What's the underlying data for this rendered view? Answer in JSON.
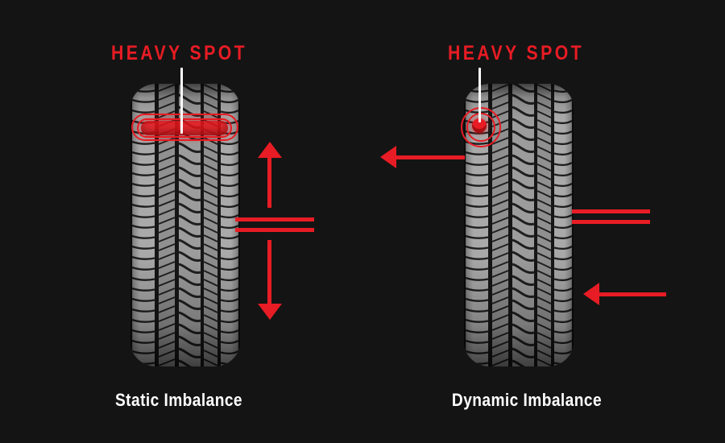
{
  "colors": {
    "background": "#141414",
    "accent_red": "#e81c24",
    "label_white": "#ffffff",
    "tire_shoulder_gray": "#a9a9a9",
    "tire_groove_dark": "#161616"
  },
  "static_panel": {
    "heavy_spot_label": "HEAVY SPOT",
    "caption": "Static Imbalance",
    "spot_style": "highlight-band-across-tread",
    "arrows": [
      "up",
      "down"
    ],
    "axle_lines": 2
  },
  "dynamic_panel": {
    "heavy_spot_label": "HEAVY SPOT",
    "caption": "Dynamic Imbalance",
    "spot_style": "target-dot-on-shoulder",
    "arrows": [
      "left-at-top",
      "left-at-bottom"
    ],
    "axle_lines": 2
  },
  "icons": {
    "up_arrow": "red triangle + shaft, pointing up",
    "down_arrow": "red triangle + shaft, pointing down",
    "left_arrow": "red triangle + shaft, pointing left",
    "axle_lines": "double horizontal red bars at hub height",
    "pointer_line": "white vertical callout line",
    "heavy_spot_band": "red stadium outline + glowing fill",
    "heavy_spot_target": "red concentric rings + dot",
    "tire": "vertical tread-view tire illustration"
  }
}
